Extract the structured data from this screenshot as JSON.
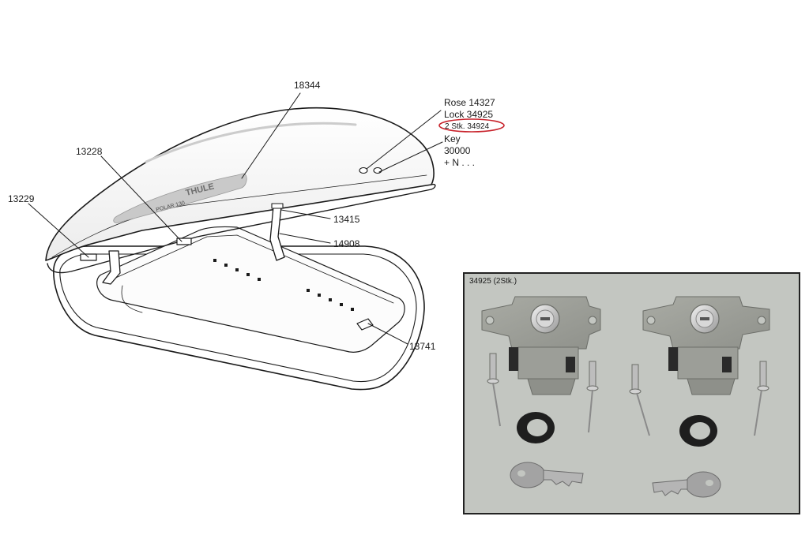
{
  "callouts": {
    "c18344": "18344",
    "c13228": "13228",
    "c13229": "13229",
    "c13415": "13415",
    "c14908": "14908",
    "c13741": "13741"
  },
  "lock_info": {
    "rose": "Rose 14327",
    "lock": "Lock 34925",
    "stk": "2 Stk. 34924",
    "key": "Key",
    "key_no": "30000",
    "more": "+ N . . ."
  },
  "box_branding": {
    "brand": "THULE",
    "model": "POLAR 130"
  },
  "photo": {
    "caption": "34925 (2Stk.)"
  },
  "colors": {
    "highlight": "#c8232c",
    "line": "#1a1a1a",
    "photo_bg": "#c3c6c1",
    "frame": "#222222"
  }
}
